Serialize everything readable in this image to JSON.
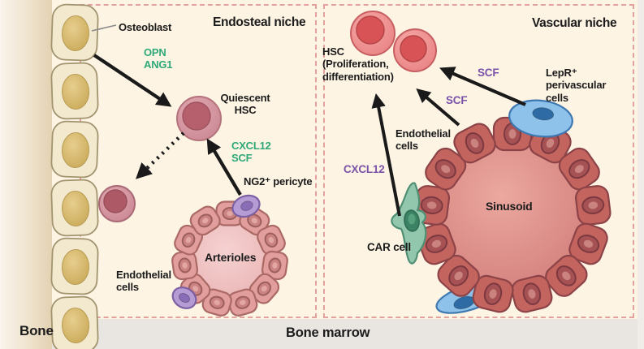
{
  "diagram": {
    "left_panel": {
      "title": "Endosteal niche",
      "labels": {
        "osteoblast": "Osteoblast",
        "opn_ang1": "OPN\nANG1",
        "quiescent_hsc": "Quiescent\nHSC",
        "cxcl12_scf": "CXCL12\nSCF",
        "ng2_pericyte": "NG2⁺ pericyte",
        "endothelial": "Endothelial\ncells",
        "arterioles": "Arterioles"
      }
    },
    "right_panel": {
      "title": "Vascular niche",
      "labels": {
        "hsc": "HSC\n(Proliferation,\ndifferentiation)",
        "scf_upper": "SCF",
        "scf_lower": "SCF",
        "lepr": "LepR⁺\nperivascular\ncells",
        "endothelial": "Endothelial\ncells",
        "cxcl12": "CXCL12",
        "car_cell": "CAR cell",
        "sinusoid": "Sinusoid"
      }
    },
    "footer": {
      "bone": "Bone",
      "bone_marrow": "Bone marrow"
    },
    "colors": {
      "signal_green": "#2fa878",
      "signal_purple": "#7a52a8",
      "border_pink": "#e2a19c",
      "background": "#fdf4e4"
    }
  }
}
